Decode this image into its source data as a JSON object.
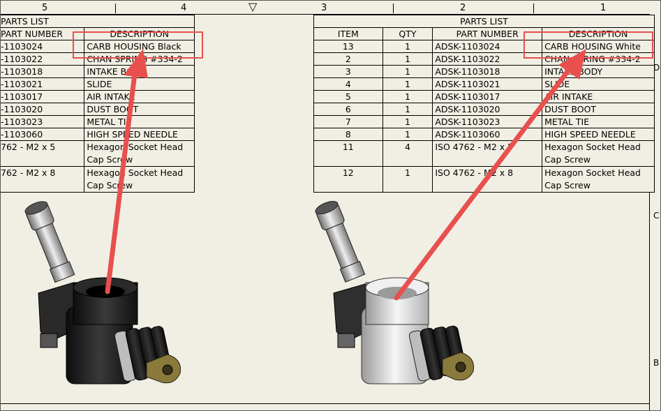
{
  "ruler": {
    "numbers": [
      "5",
      "4",
      "3",
      "2",
      "1"
    ],
    "center_mark": "▽",
    "side_letters": [
      "D",
      "C",
      "B"
    ]
  },
  "left_parts_list": {
    "title": "PARTS LIST",
    "headers": [
      "PART NUMBER",
      "DESCRIPTION"
    ],
    "rows": [
      {
        "part": "-1103024",
        "desc": "CARB HOUSING Black"
      },
      {
        "part": "-1103022",
        "desc": "CHAN SPRING #334-2"
      },
      {
        "part": "-1103018",
        "desc": "INTAKE BODY"
      },
      {
        "part": "-1103021",
        "desc": "SLIDE"
      },
      {
        "part": "-1103017",
        "desc": "AIR INTAKE"
      },
      {
        "part": "-1103020",
        "desc": "DUST BOOT"
      },
      {
        "part": "-1103023",
        "desc": "METAL TIE"
      },
      {
        "part": "-1103060",
        "desc": "HIGH SPEED NEEDLE"
      },
      {
        "part": "762 - M2 x 5",
        "desc": "Hexagon Socket Head Cap Screw"
      },
      {
        "part": "762 - M2 x 8",
        "desc": "Hexagon Socket Head Cap Screw"
      }
    ]
  },
  "right_parts_list": {
    "title": "PARTS LIST",
    "headers": [
      "ITEM",
      "QTY",
      "PART NUMBER",
      "DESCRIPTION"
    ],
    "rows": [
      {
        "item": "13",
        "qty": "1",
        "part": "ADSK-1103024",
        "desc": "CARB HOUSING White"
      },
      {
        "item": "2",
        "qty": "1",
        "part": "ADSK-1103022",
        "desc": "CHAN SPRING #334-2"
      },
      {
        "item": "3",
        "qty": "1",
        "part": "ADSK-1103018",
        "desc": "INTAKE BODY"
      },
      {
        "item": "4",
        "qty": "1",
        "part": "ADSK-1103021",
        "desc": "SLIDE"
      },
      {
        "item": "5",
        "qty": "1",
        "part": "ADSK-1103017",
        "desc": "AIR INTAKE"
      },
      {
        "item": "6",
        "qty": "1",
        "part": "ADSK-1103020",
        "desc": "DUST BOOT"
      },
      {
        "item": "7",
        "qty": "1",
        "part": "ADSK-1103023",
        "desc": "METAL TIE"
      },
      {
        "item": "8",
        "qty": "1",
        "part": "ADSK-1103060",
        "desc": "HIGH SPEED NEEDLE"
      },
      {
        "item": "11",
        "qty": "4",
        "part": "ISO 4762 - M2 x 5",
        "desc": "Hexagon Socket Head Cap Screw"
      },
      {
        "item": "12",
        "qty": "1",
        "part": "ISO 4762 - M2 x 8",
        "desc": "Hexagon Socket Head Cap Screw"
      }
    ]
  },
  "colors": {
    "sheet": "#f1efe4",
    "annotation": "#e8504e",
    "black_housing": "#1b1b1b",
    "white_housing": "#e4e4e4",
    "brass": "#8a7a3c"
  }
}
